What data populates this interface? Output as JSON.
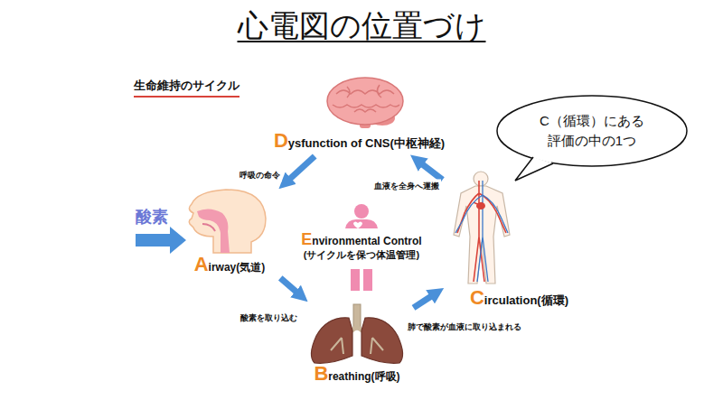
{
  "diagram": {
    "title": "心電図の位置づけ",
    "nodes": [
      {
        "text": [
          "Dysfunction of CNS(中枢神経)"
        ]
      },
      {
        "text": [
          "C（循環）にある 評価の中の1つ"
        ]
      },
      {
        "text": [
          "Airway(気道)"
        ]
      },
      {
        "text": [
          "Environmental Control",
          "(サイクルを保つ体温管理)"
        ]
      },
      {
        "text": [
          "Circulation(循環)"
        ]
      },
      {
        "text": [
          "Breathing(呼吸)"
        ]
      }
    ],
    "edges": [
      {
        "from": 0,
        "to": 2,
        "label": "呼吸の命令",
        "arrow": "to"
      },
      {
        "from": 2,
        "to": 5,
        "label": "酸素を取り込む",
        "arrow": "to"
      },
      {
        "from": 5,
        "to": 4,
        "label": "肺で酸素が血液に取り込まれる",
        "arrow": "to"
      },
      {
        "from": 4,
        "to": 0,
        "label": "血液を全身へ運搬",
        "arrow": "to"
      }
    ],
    "labels": [
      "生命維持のサイクル",
      "酸素"
    ]
  }
}
